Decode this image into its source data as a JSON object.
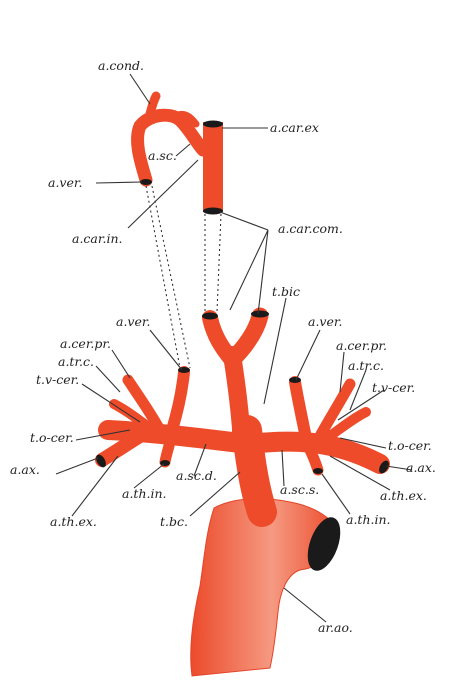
{
  "colors": {
    "artery": "#ee4b2b",
    "artery_light": "#f6a08a",
    "artery_dark": "#d93a1e",
    "lumen": "#1a1a1a",
    "line": "#333333",
    "background": "#ffffff"
  },
  "labels": {
    "a_cond": "a.cond.",
    "a_car_ex": "a.car.ex",
    "a_sc_top": "a.sc.",
    "a_ver_top": "a.ver.",
    "a_car_in": "a.car.in.",
    "a_car_com": "a.car.com.",
    "t_bic": "t.bic",
    "a_ver_left": "a.ver.",
    "a_ver_right": "a.ver.",
    "a_cer_pr_left": "a.cer.pr.",
    "a_cer_pr_right": "a.cer.pr.",
    "a_tr_c_left": "a.tr.c.",
    "a_tr_c_right": "a.tr.c.",
    "t_v_cer_left": "t.v-cer.",
    "t_v_cer_right": "t.v-cer.",
    "t_o_cer_left": "t.o-cer.",
    "t_o_cer_right": "t.o-cer.",
    "a_ax_left": "a.ax.",
    "a_ax_right": "a.ax.",
    "a_th_in_left": "a.th.in.",
    "a_th_in_right": "a.th.in.",
    "a_th_ex_left": "a.th.ex.",
    "a_th_ex_right": "a.th.ex.",
    "a_sc_d": "a.sc.d.",
    "a_sc_s": "a.sc.s.",
    "t_bc": "t.bc.",
    "ar_ao": "ar.ao."
  }
}
